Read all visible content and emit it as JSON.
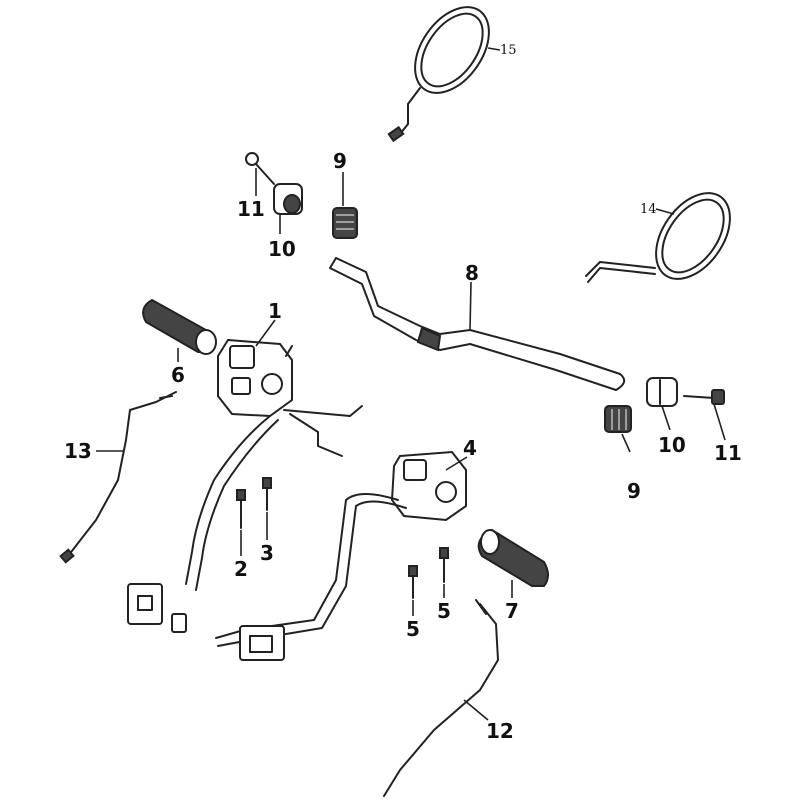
{
  "callouts": [
    {
      "id": "c1",
      "text": "1"
    },
    {
      "id": "c2",
      "text": "2"
    },
    {
      "id": "c3",
      "text": "3"
    },
    {
      "id": "c4",
      "text": "4"
    },
    {
      "id": "c5a",
      "text": "5"
    },
    {
      "id": "c5b",
      "text": "5"
    },
    {
      "id": "c6",
      "text": "6"
    },
    {
      "id": "c7",
      "text": "7"
    },
    {
      "id": "c8",
      "text": "8"
    },
    {
      "id": "c9a",
      "text": "9"
    },
    {
      "id": "c9b",
      "text": "9"
    },
    {
      "id": "c10a",
      "text": "10"
    },
    {
      "id": "c10b",
      "text": "10"
    },
    {
      "id": "c11a",
      "text": "11"
    },
    {
      "id": "c11b",
      "text": "11"
    },
    {
      "id": "c12",
      "text": "12"
    },
    {
      "id": "c13",
      "text": "13"
    },
    {
      "id": "c14",
      "text": "14"
    },
    {
      "id": "c15",
      "text": "15"
    }
  ]
}
